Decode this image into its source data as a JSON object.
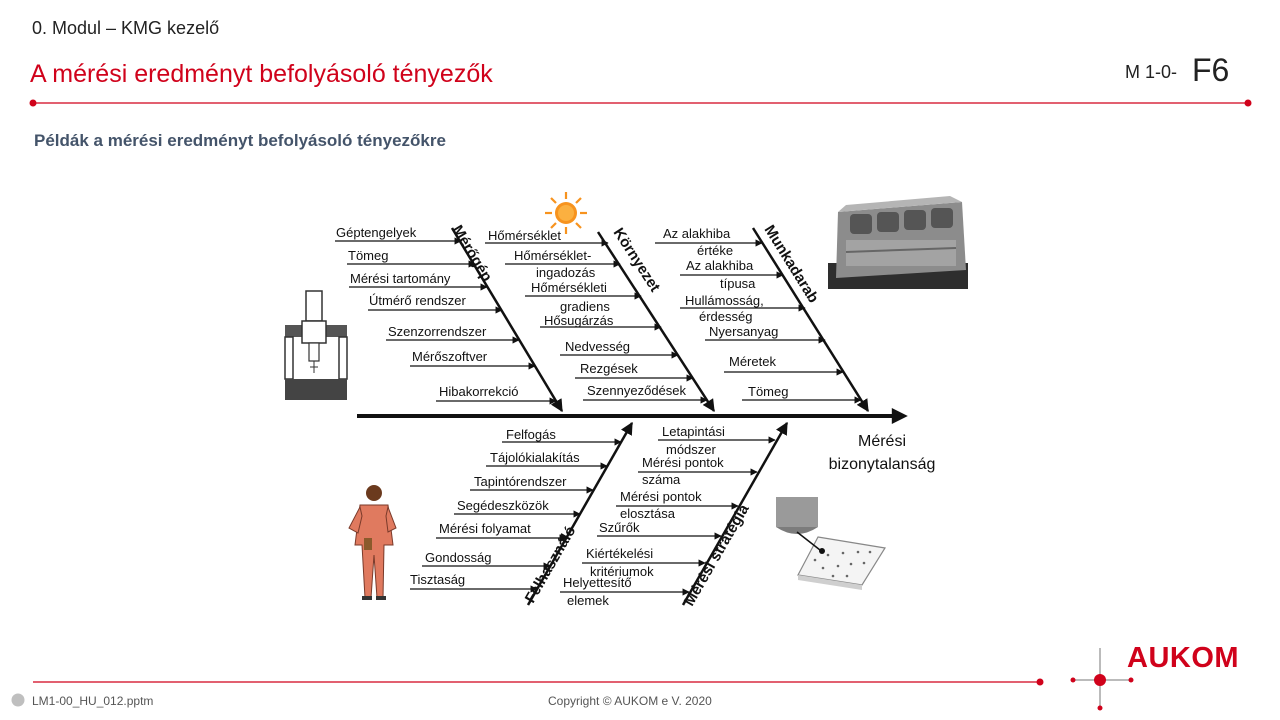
{
  "header": {
    "module": "0. Modul – KMG kezelő",
    "title": "A mérési eredményt befolyásoló tényezők",
    "code_prefix": "M 1-0-",
    "code_main": "F6"
  },
  "subtitle": "Példák a mérési eredményt befolyásoló tényezőkre",
  "diagram": {
    "effect": [
      "Mérési",
      "bizonytalanság"
    ],
    "categories": {
      "meroge": "Mérőgép",
      "kornyezet": "Környezet",
      "munkadarab": "Munkadarab",
      "felhasznalo": "Felhasználó",
      "meresi_strategia": "Mérési stratégia"
    },
    "causes": {
      "meroge": [
        "Géptengelyek",
        "Tömeg",
        "Mérési tartomány",
        "Útmérő rendszer",
        "Szenzorrendszer",
        "Mérőszoftver",
        "Hibakorrekció"
      ],
      "kornyezet": [
        [
          "Hőmérséklet"
        ],
        [
          "Hőmérséklet-",
          "ingadozás"
        ],
        [
          "Hőmérsékleti",
          "gradiens"
        ],
        [
          "Hősugárzás"
        ],
        [
          "Nedvesség"
        ],
        [
          "Rezgések"
        ],
        [
          "Szennyeződések"
        ]
      ],
      "munkadarab": [
        [
          "Az alakhiba",
          "értéke"
        ],
        [
          "Az alakhiba",
          "típusa"
        ],
        [
          "Hullámosság,",
          "érdesség"
        ],
        [
          "Nyersanyag"
        ],
        [
          "Méretek"
        ],
        [
          "Tömeg"
        ]
      ],
      "felhasznalo": [
        "Felfogás",
        "Tájolókialakítás",
        "Tapintórendszer",
        "Segédeszközök",
        "Mérési folyamat",
        "Gondosság",
        "Tisztaság"
      ],
      "meresi_strategia": [
        [
          "Letapintási",
          "módszer"
        ],
        [
          "Mérési pontok",
          "száma"
        ],
        [
          "Mérési pontok",
          "elosztása"
        ],
        [
          "Szűrők"
        ],
        [
          "Kiértékelési",
          "kritériumok"
        ],
        [
          "Helyettesítő",
          "elemek"
        ]
      ]
    },
    "icons": [
      "sun-icon",
      "cmm-machine-icon",
      "engine-block-icon",
      "operator-icon",
      "probe-surface-icon"
    ]
  },
  "footer": {
    "file": "LM1-00_HU_012.pptm",
    "copyright": "Copyright © AUKOM e V. 2020",
    "brand": "AUKOM"
  },
  "colors": {
    "accent": "#d0021b",
    "subtitle": "#44546a",
    "line": "#111111",
    "sun": "#f7931e"
  }
}
